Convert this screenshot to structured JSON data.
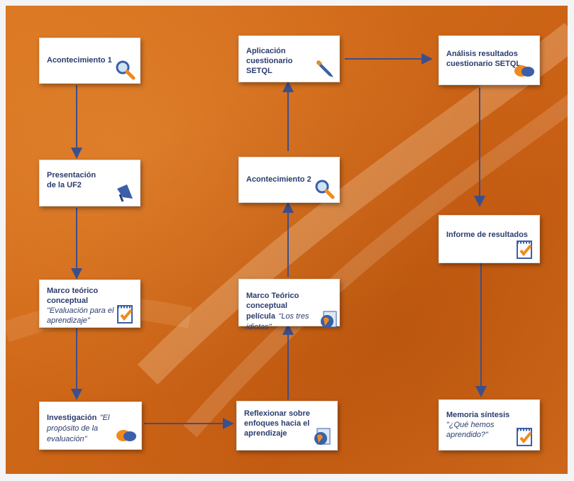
{
  "nodes": {
    "a1": {
      "title": "Acontecimiento 1",
      "icon": "magnifier-icon"
    },
    "pres": {
      "title": "Presentación\nde la UF2",
      "icon": "megaphone-icon"
    },
    "marco1": {
      "title": "Marco teórico conceptual",
      "subtitle": "\"Evaluación para el aprendizaje\"",
      "icon": "notepad-check-icon"
    },
    "inv": {
      "title": "Investigación",
      "subtitle": "\"El propósito de la evaluación\"",
      "icon": "chat-bubbles-icon"
    },
    "refl": {
      "title": "Reflexionar sobre\nenfoques hacia el\naprendizaje",
      "icon": "globe-icon"
    },
    "marco2": {
      "title": "Marco Teórico conceptual",
      "title2": "película",
      "subtitle": "\"Los tres idiotas\"",
      "icon": "globe-icon"
    },
    "a2": {
      "title": "Acontecimiento 2",
      "icon": "magnifier-icon"
    },
    "apl": {
      "title": "Aplicación cuestionario\nSETQL",
      "icon": "pencil-icon"
    },
    "anal": {
      "title": "Análisis resultados\ncuestionario SETQL",
      "icon": "chat-bubbles-icon"
    },
    "inf": {
      "title": "Informe de resultados",
      "icon": "notepad-check-icon"
    },
    "mem": {
      "title": "Memoria síntesis",
      "subtitle": "\"¿Qué hemos aprendido?\"",
      "icon": "notepad-check-icon"
    }
  },
  "colors": {
    "background": "#cf6718",
    "arrow": "#3d4f8a",
    "text": "#2b3c6e"
  }
}
